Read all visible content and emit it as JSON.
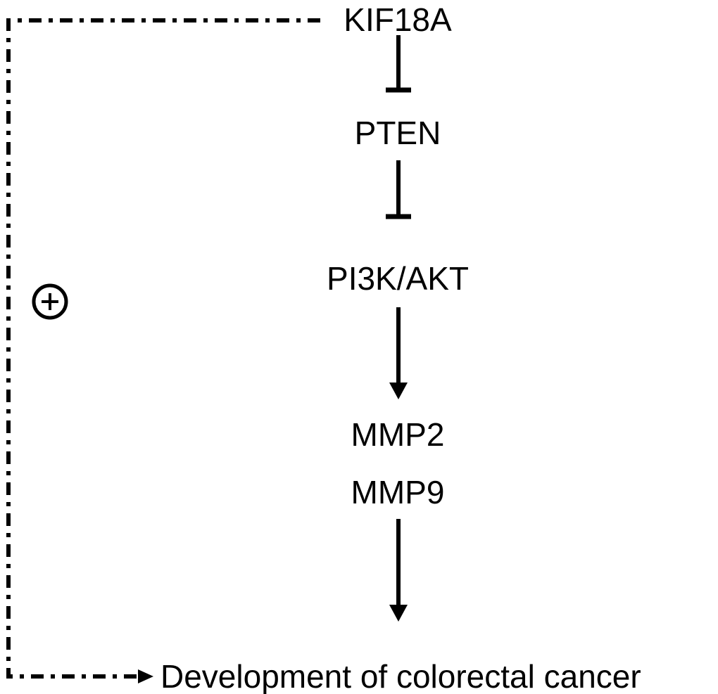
{
  "diagram": {
    "type": "signaling-pathway",
    "colors": {
      "line": "#000000",
      "background": "#ffffff"
    },
    "nodes": {
      "kif18a": "KIF18A",
      "pten": "PTEN",
      "pi3k_akt": "PI3K/AKT",
      "mmp2": "MMP2",
      "mmp9": "MMP9",
      "outcome": "Development of colorectal cancer"
    },
    "feedback_symbol": "⊕",
    "edges": [
      {
        "from": "KIF18A",
        "to": "PTEN",
        "kind": "inhibition"
      },
      {
        "from": "PTEN",
        "to": "PI3K/AKT",
        "kind": "inhibition"
      },
      {
        "from": "PI3K/AKT",
        "to": "MMP2/MMP9",
        "kind": "activation"
      },
      {
        "from": "MMP2/MMP9",
        "to": "Development of colorectal cancer",
        "kind": "activation"
      },
      {
        "from": "KIF18A",
        "to": "Development of colorectal cancer",
        "kind": "promotion-dashed"
      }
    ]
  }
}
